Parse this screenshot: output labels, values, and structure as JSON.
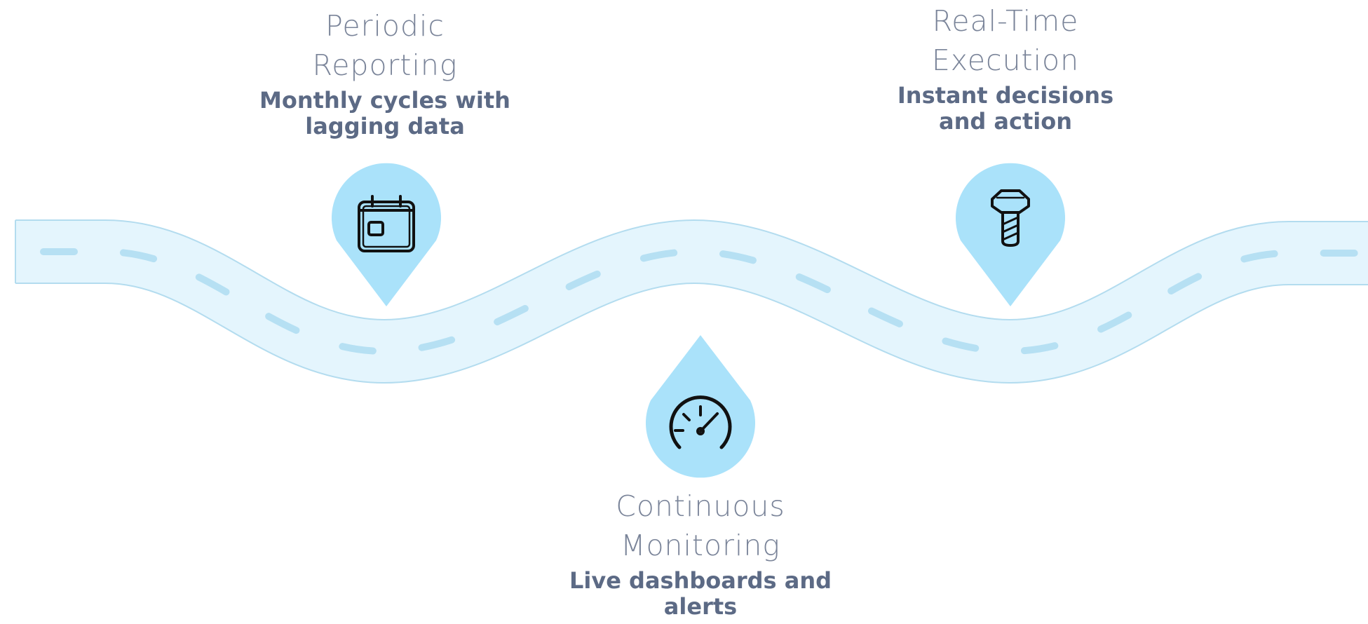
{
  "colors": {
    "road_fill": "#e4f5fd",
    "road_edge": "#b3dcef",
    "road_dash": "#b6e0f3",
    "pin_fill": "#aae2fa",
    "icon_stroke": "#111111",
    "title_text": "#7a8499",
    "desc_text": "#5c6a85"
  },
  "milestones": [
    {
      "id": "periodic",
      "icon": "calendar-icon",
      "title": "Periodic\nReporting",
      "description": "Monthly cycles with\nlagging data"
    },
    {
      "id": "continuous",
      "icon": "speedometer-icon",
      "title": "Continuous\nMonitoring",
      "description": "Live dashboards and\nalerts"
    },
    {
      "id": "realtime",
      "icon": "bolt-icon",
      "title": "Real-Time\nExecution",
      "description": "Instant decisions\nand action"
    }
  ]
}
